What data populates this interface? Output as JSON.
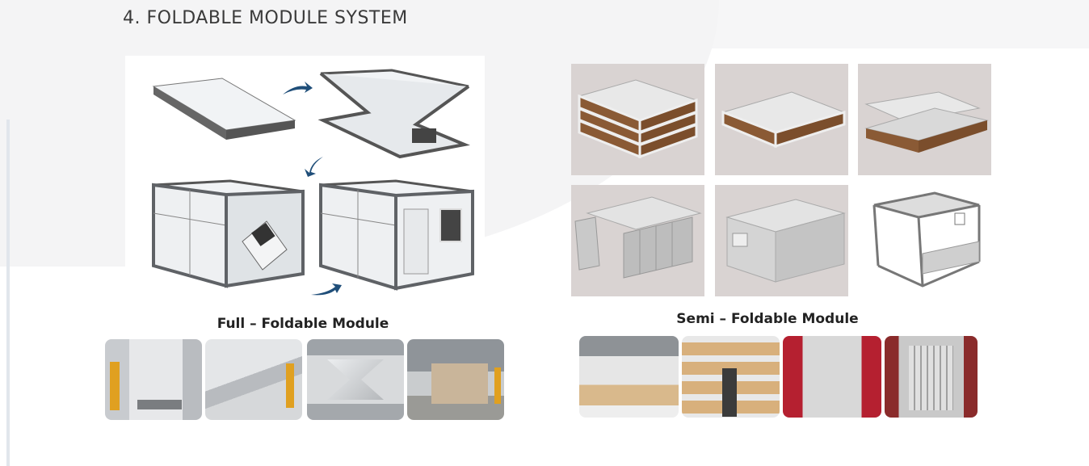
{
  "title": "4. FOLDABLE MODULE SYSTEM",
  "full": {
    "caption": "Full – Foldable Module",
    "diagram_steps": [
      "folded-flat",
      "unfolding",
      "opening",
      "assembled"
    ],
    "photo_count": 4
  },
  "semi": {
    "caption": "Semi – Foldable Module",
    "diagram_steps": [
      "stacked",
      "single-pack",
      "roof-lifted",
      "walls-unfolding",
      "assembled",
      "frame"
    ],
    "photo_count": 4
  },
  "colors": {
    "arrow": "#1f4e79",
    "frame": "#5f6266",
    "panel": "#eef0f2",
    "wood": "#8a5a35",
    "tile_bg": "#d9d3d2"
  }
}
